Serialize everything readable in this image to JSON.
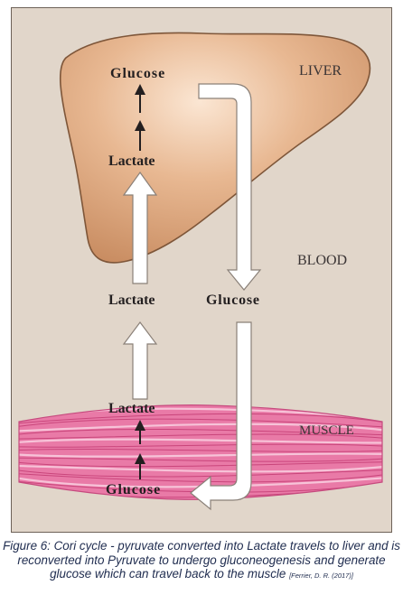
{
  "diagram": {
    "regions": {
      "liver": "LIVER",
      "blood": "BLOOD",
      "muscle": "MUSCLE"
    },
    "liver_nodes": {
      "glucose": "Glucose",
      "lactate": "Lactate"
    },
    "blood_nodes": {
      "lactate": "Lactate",
      "glucose": "Glucose"
    },
    "muscle_nodes": {
      "lactate": "Lactate",
      "glucose": "Glucose"
    },
    "colors": {
      "background": "#e1d6ca",
      "liver": "#d9a079",
      "muscle": "#e0689a",
      "arrow_fill": "#ffffff",
      "arrow_stroke": "#8a8078",
      "text": "#231f20"
    }
  },
  "caption": {
    "text": "Figure 6: Cori cycle - pyruvate converted into Lactate travels to liver and is reconverted into Pyruvate to undergo gluconeogenesis and generate glucose which can travel back to the muscle",
    "citation": "[Ferrier, D. R. (2017)]"
  }
}
